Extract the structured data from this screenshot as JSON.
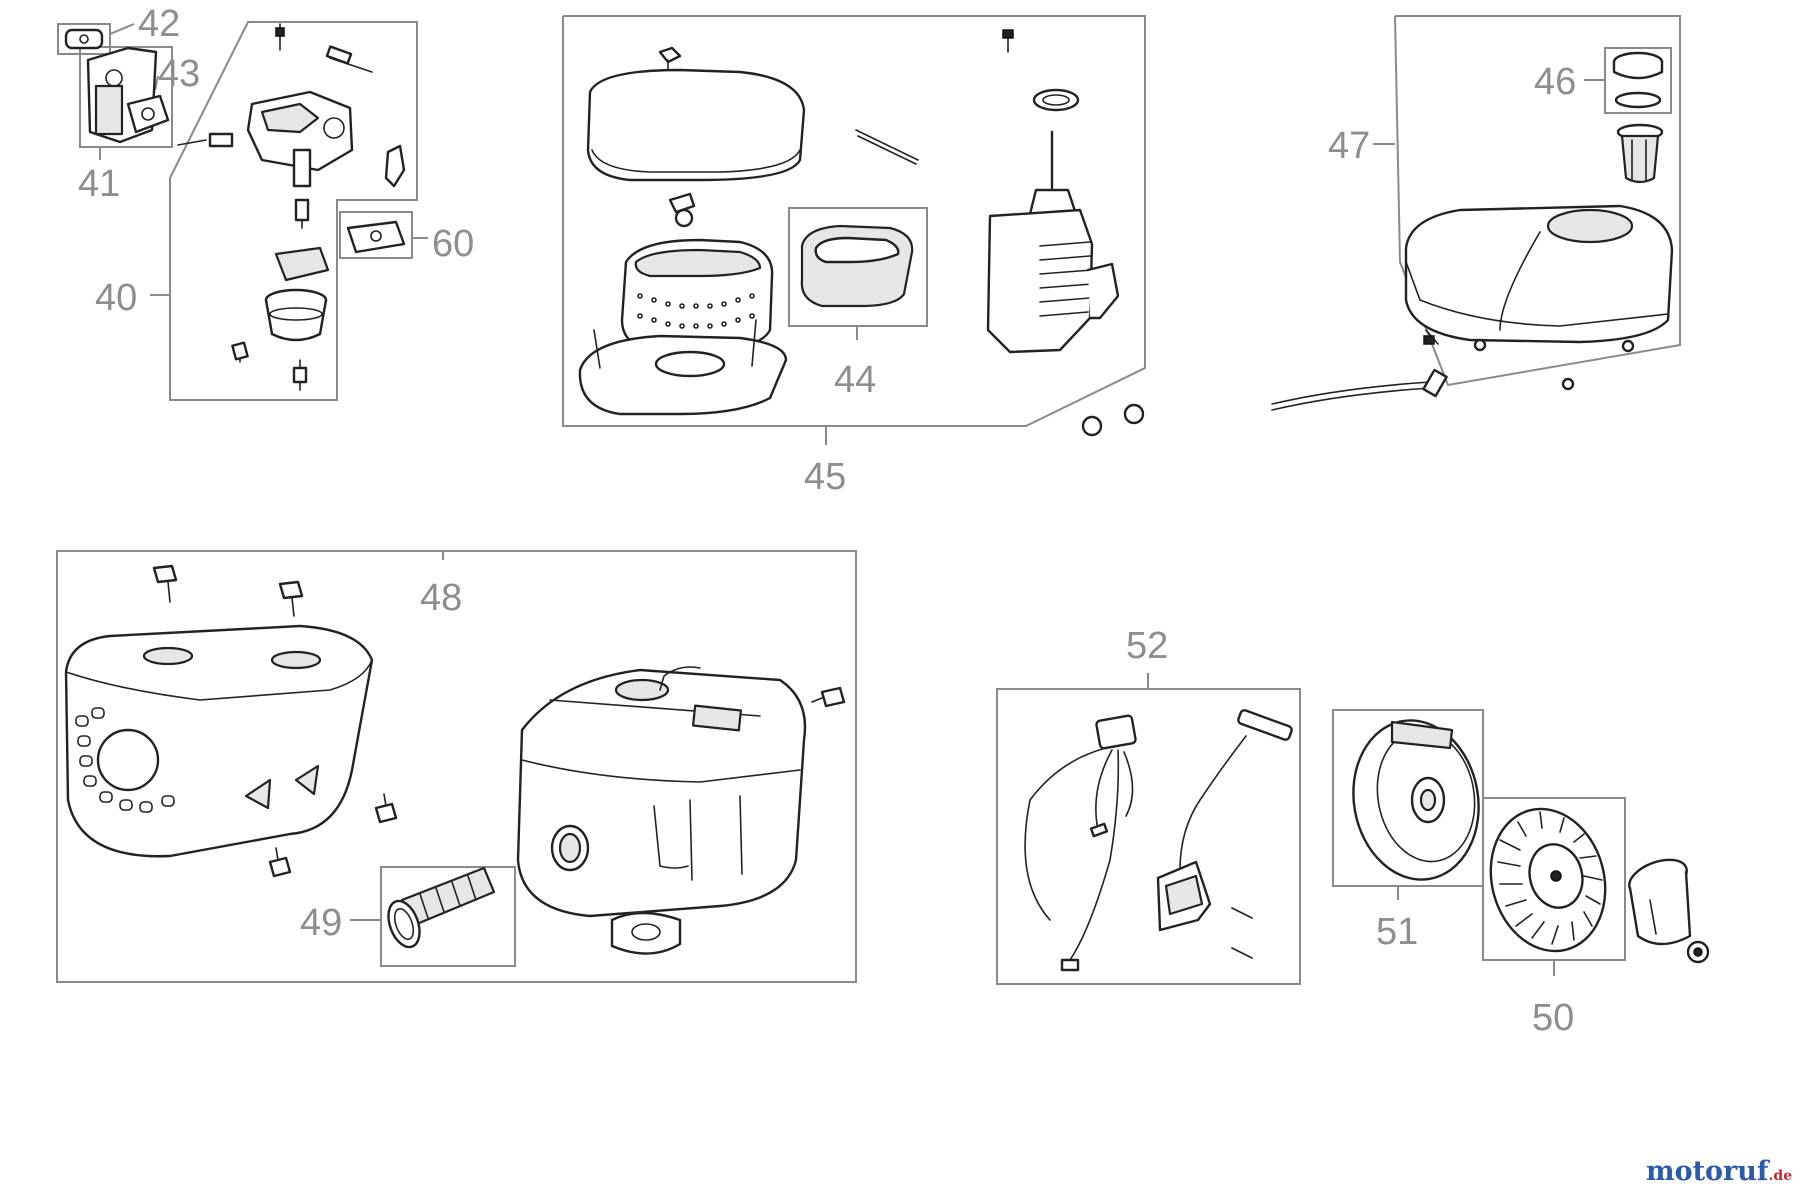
{
  "labels": {
    "l40": "40",
    "l41": "41",
    "l42": "42",
    "l43": "43",
    "l44": "44",
    "l45": "45",
    "l46": "46",
    "l47": "47",
    "l48": "48",
    "l49": "49",
    "l50": "50",
    "l51": "51",
    "l52": "52",
    "l60": "60"
  },
  "watermark": {
    "part1": "motoruf",
    "part2": ".de"
  },
  "colors": {
    "label": "#8e8e8e",
    "outline": "#222222",
    "logo_blue": "#2a5aa8",
    "logo_red": "#c0282d"
  },
  "icons": [
    "carburetor-icon",
    "air-filter-icon",
    "cylinder-icon",
    "fuel-tank-icon",
    "fan-cover-icon",
    "muffler-icon",
    "ignition-coil-icon",
    "flywheel-icon"
  ]
}
